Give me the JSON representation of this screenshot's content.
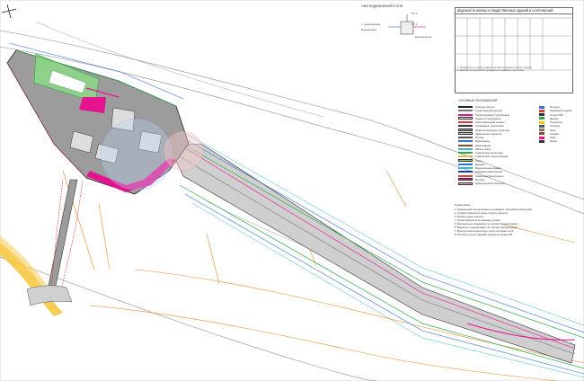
{
  "drawing": {
    "description_none": "",
    "north_arrow": "north-arrow-icon",
    "colors": {
      "river": "#f5c842",
      "road": "#e38c2a",
      "platform": "#9c9c9c",
      "pipeline_zone": "#cfcfcf",
      "boundary": "#e6138e",
      "contour_green": "#2ea84a",
      "contour_blue": "#2f6fd6",
      "contour_cyan": "#39b7c9",
      "water_zone": "#b9d3f2",
      "sanitary_zone": "#f6c9c9"
    }
  },
  "detail": {
    "title": "УЗЕЛ ПОДКЛЮЧЕНИЯ К СЕТИ",
    "labels": [
      "ПТ-1",
      "т. подключения",
      "Водопровод",
      "Канализация",
      "ПГ-1"
    ]
  },
  "spec_table": {
    "title": "ВЕДОМОСТЬ ЖИЛЫХ И ОБЩЕСТВЕННЫХ ЗДАНИЙ И СООРУЖЕНИЙ",
    "notes": [
      "1. Координаты и отметки даны в системе координат и высот участка",
      "2. Данные о сооружениях приведены по заданию технологов"
    ]
  },
  "legend": {
    "title": "УСЛОВНЫЕ ОБОЗНАЧЕНИЯ",
    "left_items": [
      {
        "label": "Граница участка",
        "color": "#222222",
        "kind": "line"
      },
      {
        "label": "Существующая дорога",
        "color": "#777777",
        "kind": "line"
      },
      {
        "label": "Проектируемый трубопровод",
        "color": "#e6138e",
        "kind": "line"
      },
      {
        "label": "Здания и сооружения",
        "color": "#dddddd",
        "kind": "box"
      },
      {
        "label": "Зона санитарной охраны",
        "color": "#e33a3a",
        "kind": "line"
      },
      {
        "label": "Ограждение территории",
        "color": "#333333",
        "kind": "line"
      },
      {
        "label": "Асфальтобетонное покрытие",
        "color": "#9c9c9c",
        "kind": "box"
      },
      {
        "label": "Щебеночное покрытие",
        "color": "#cfcfcf",
        "kind": "box"
      },
      {
        "label": "Откосы",
        "color": "#555555",
        "kind": "line"
      },
      {
        "label": "Водопровод",
        "color": "#2f6fd6",
        "kind": "line"
      },
      {
        "label": "Канализация",
        "color": "#8a4b2a",
        "kind": "line"
      },
      {
        "label": "Кабель связи",
        "color": "#39b7c9",
        "kind": "line"
      },
      {
        "label": "Горизонтали проектные",
        "color": "#2ea84a",
        "kind": "line"
      },
      {
        "label": "Горизонтали существующие",
        "color": "#d8c14a",
        "kind": "line"
      },
      {
        "label": "Газон",
        "color": "#8fd18a",
        "kind": "box"
      },
      {
        "label": "Дренаж",
        "color": "#2f6fd6",
        "kind": "line"
      },
      {
        "label": "Водоотводная канава",
        "color": "#39b7c9",
        "kind": "line"
      },
      {
        "label": "Ливневая канализация",
        "color": "#1f3f9e",
        "kind": "line"
      },
      {
        "label": "Линия электропередачи",
        "color": "#e33a3a",
        "kind": "line"
      },
      {
        "label": "Тротуар",
        "color": "#e6138e",
        "kind": "box"
      },
      {
        "label": "Проектируемое покрытие",
        "color": "#f2b1d6",
        "kind": "box"
      }
    ],
    "right_items": [
      {
        "label": "Колодец",
        "color": "#2f6fd6"
      },
      {
        "label": "Пожарный гидрант",
        "color": "#e33a3a"
      },
      {
        "label": "Опора ЛЭП",
        "color": "#333333"
      },
      {
        "label": "Дерево",
        "color": "#2ea84a"
      },
      {
        "label": "Прожектор",
        "color": "#f0c419"
      },
      {
        "label": "Отметка",
        "color": "#555555"
      },
      {
        "label": "Урна",
        "color": "#777777"
      },
      {
        "label": "Скамья",
        "color": "#8a4b2a"
      },
      {
        "label": "Знак",
        "color": "#e6138e"
      },
      {
        "label": "Репер",
        "color": "#333333"
      }
    ]
  },
  "notes": {
    "title": "Примечания",
    "lines": [
      "1. Генеральный план выполнен на основании топографической съемки",
      "2. Отметки поверхности даны по верху покрытия",
      "3. Размеры даны в метрах",
      "4. Проектируемые сети показаны условно",
      "5. Вертикальную планировку см. соответствующий раздел",
      "6. Ведомость объемов работ см. соответствующий раздел",
      "7. Благоустройство выполнить после прокладки сетей",
      "8. Плотность грунта обратной засыпки не менее 0,95"
    ]
  }
}
